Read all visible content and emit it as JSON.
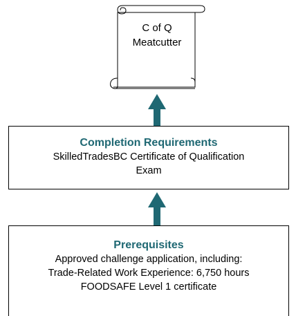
{
  "certificate": {
    "line1": "C of Q",
    "line2": "Meatcutter"
  },
  "completion": {
    "title": "Completion Requirements",
    "lines": [
      "SkilledTradesBC Certificate of Qualification",
      "Exam"
    ]
  },
  "prerequisites": {
    "title": "Prerequisites",
    "lines": [
      "Approved challenge application, including:",
      "Trade-Related Work Experience: 6,750 hours",
      "FOODSAFE Level 1 certificate"
    ]
  },
  "colors": {
    "accent": "#1f6873",
    "arrow": "#1f6873"
  }
}
